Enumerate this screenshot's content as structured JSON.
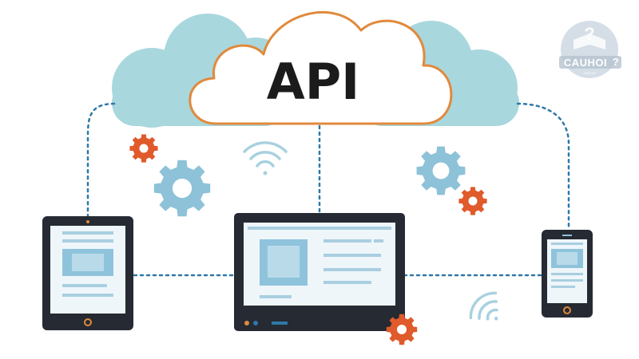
{
  "diagram": {
    "center_label": "API",
    "colors": {
      "cloud_light": "#a9d7de",
      "cloud_outline": "#e08a3c",
      "connector": "#2f78a8",
      "device_frame": "#252a33",
      "screen_bg": "#eef6fa",
      "screen_accent": "#8fc3dc",
      "gear_blue": "#8dc2d8",
      "gear_orange": "#e05a2b",
      "wifi": "#a9d1df"
    },
    "nodes": [
      {
        "id": "tablet",
        "icon": "tablet-icon"
      },
      {
        "id": "laptop",
        "icon": "laptop-icon"
      },
      {
        "id": "phone",
        "icon": "smartphone-icon"
      }
    ]
  },
  "watermark": {
    "brand": "CAUHOI",
    "suffix": "?",
    "sub": "2023.VN"
  }
}
